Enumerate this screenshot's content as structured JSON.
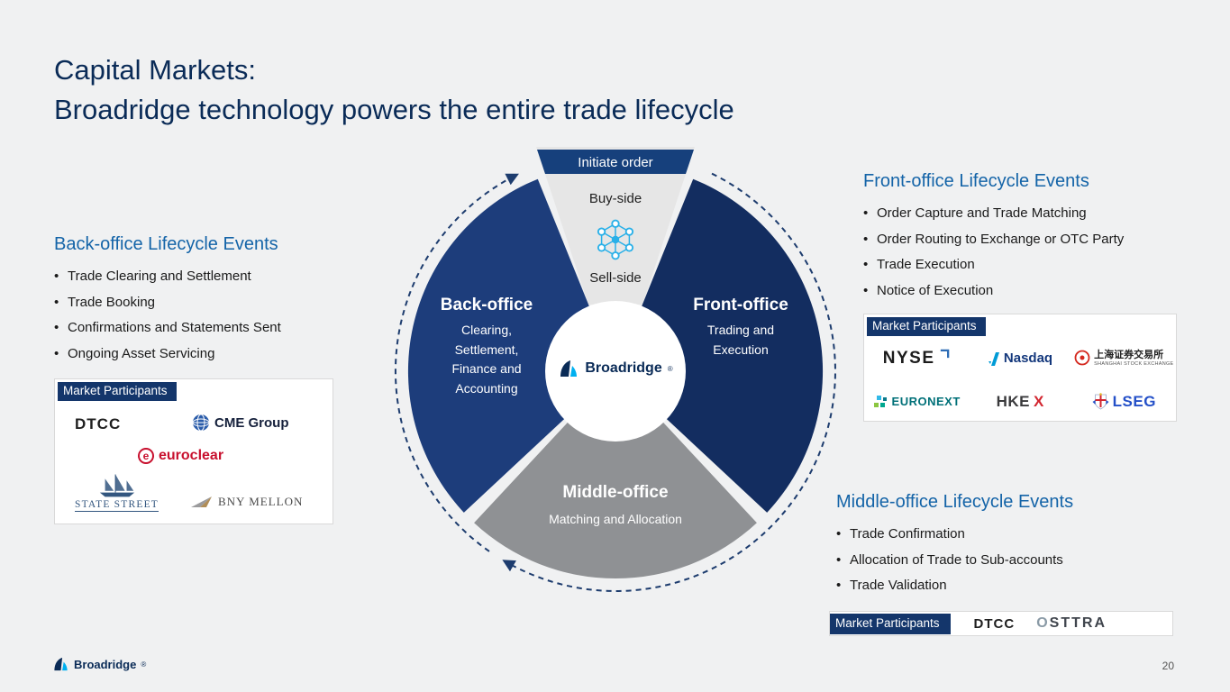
{
  "colors": {
    "navy": "#0a2b57",
    "heading-blue": "#1464a8",
    "sector-left": "#1d3d7b",
    "sector-right": "#132d60",
    "sector-gray": "#8f9194",
    "funnel-gray": "#e6e6e6",
    "accent-blue": "#29b0e8",
    "bar-navy": "#14366b",
    "banner-navy": "#16407c",
    "background": "#f0f1f2"
  },
  "slide": {
    "title_line1": "Capital Markets:",
    "title_line2": "Broadridge technology powers the entire trade lifecycle",
    "page_number": "20",
    "reg": "®"
  },
  "footer": {
    "brand": "Broadridge"
  },
  "diagram": {
    "initiate_order": "Initiate order",
    "buy_side": "Buy-side",
    "sell_side": "Sell-side",
    "back_label": "Back-office",
    "back_sub": "Clearing, Settlement, Finance and Accounting",
    "front_label": "Front-office",
    "front_sub": "Trading and Execution",
    "middle_label": "Middle-office",
    "middle_sub": "Matching and Allocation",
    "center_brand": "Broadridge"
  },
  "back_office": {
    "heading": "Back-office Lifecycle Events",
    "bullets": [
      "Trade Clearing and Settlement",
      "Trade Booking",
      "Confirmations and Statements Sent",
      "Ongoing Asset Servicing"
    ],
    "participants_label": "Market Participants",
    "logos": {
      "dtcc": "DTCC",
      "cme": "CME Group",
      "euroclear_e": "e",
      "euroclear": "euroclear",
      "state_street": "STATE STREET",
      "bny": "BNY MELLON"
    }
  },
  "front_office": {
    "heading": "Front-office Lifecycle Events",
    "bullets": [
      "Order Capture and Trade Matching",
      "Order Routing to Exchange or OTC Party",
      "Trade Execution",
      "Notice of Execution"
    ],
    "participants_label": "Market Participants",
    "logos": {
      "nyse": "NYSE",
      "nasdaq": "Nasdaq",
      "sse_cn": "上海证券交易所",
      "sse_en": "SHANGHAI STOCK EXCHANGE",
      "euronext": "EURONEXT",
      "hkex_hke": "HKE",
      "hkex_x": "X",
      "lseg": "LSEG"
    }
  },
  "middle_office": {
    "heading": "Middle-office Lifecycle Events",
    "bullets": [
      "Trade Confirmation",
      "Allocation of Trade to Sub-accounts",
      "Trade Validation"
    ],
    "participants_label": "Market Participants",
    "logos": {
      "dtcc": "DTCC",
      "osttra": "OSTTRA"
    }
  }
}
